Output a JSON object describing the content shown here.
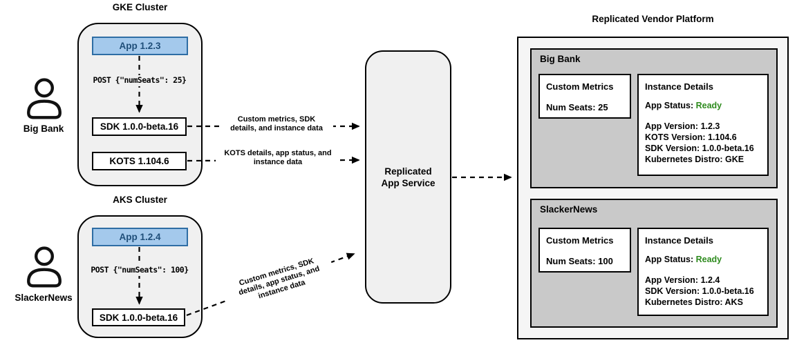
{
  "colors": {
    "app_fill": "#a4c9ec",
    "app_stroke": "#2e6da4",
    "app_text": "#1f4e79",
    "ready_green": "#2e8b1e",
    "cluster_fill": "#f0f0f0",
    "platform_fill": "#f5f5f5",
    "customer_card_fill": "#c9c9c9"
  },
  "actors": [
    {
      "name": "Big Bank"
    },
    {
      "name": "SlackerNews"
    }
  ],
  "gke_cluster": {
    "title": "GKE Cluster",
    "app_label": "App 1.2.3",
    "post_label": "POST {\"numSeats\": 25}",
    "sdk_label": "SDK 1.0.0-beta.16",
    "kots_label": "KOTS 1.104.6"
  },
  "aks_cluster": {
    "title": "AKS Cluster",
    "app_label": "App 1.2.4",
    "post_label": "POST {\"numSeats\": 100}",
    "sdk_label": "SDK 1.0.0-beta.16"
  },
  "service": {
    "line1": "Replicated",
    "line2": "App Service"
  },
  "edge_labels": {
    "sdk_edge": {
      "line1": "Custom metrics, SDK",
      "line2": "details, and instance data"
    },
    "kots_edge": {
      "line1": "KOTS details, app status, and",
      "line2": "instance data"
    },
    "aks_edge": {
      "line1": "Custom metrics, SDK",
      "line2": "details, app status, and",
      "line3": "instance data"
    }
  },
  "platform": {
    "title": "Replicated Vendor Platform",
    "customers": [
      {
        "name": "Big Bank",
        "custom_metrics": {
          "title": "Custom Metrics",
          "metric": "Num Seats: 25"
        },
        "instance_details": {
          "title": "Instance Details",
          "app_status_label": "App Status: ",
          "app_status_value": "Ready",
          "lines": [
            "App Version: 1.2.3",
            "KOTS Version: 1.104.6",
            "SDK Version: 1.0.0-beta.16",
            "Kubernetes Distro: GKE"
          ]
        }
      },
      {
        "name": "SlackerNews",
        "custom_metrics": {
          "title": "Custom Metrics",
          "metric": "Num Seats: 100"
        },
        "instance_details": {
          "title": "Instance Details",
          "app_status_label": "App Status: ",
          "app_status_value": "Ready",
          "lines": [
            "App Version: 1.2.4",
            "SDK Version: 1.0.0-beta.16",
            "Kubernetes Distro: AKS"
          ]
        }
      }
    ]
  }
}
